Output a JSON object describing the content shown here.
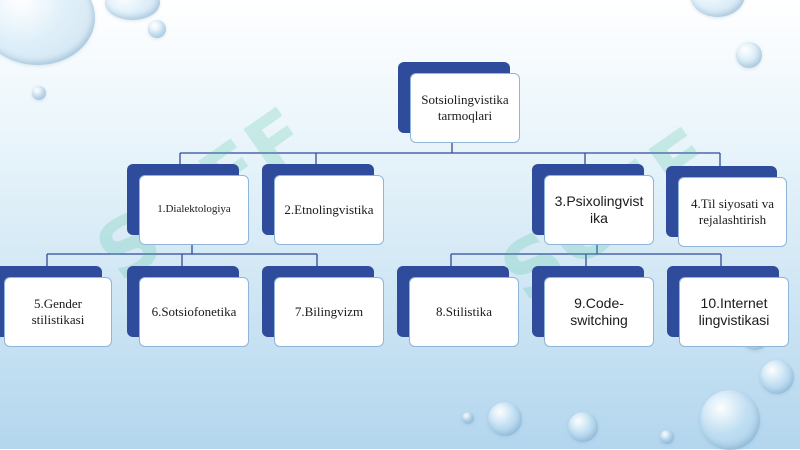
{
  "root": {
    "label": "Sotsiolingvistika tarmoqlari"
  },
  "branches": [
    {
      "label": "1.Dialektologiya"
    },
    {
      "label": "2.Etnolingvistika"
    },
    {
      "label": "3.Psixolingvist ika"
    },
    {
      "label": "4.Til siyosati va rejalashtirish"
    }
  ],
  "leaves": [
    {
      "label": "5.Gender stilistikasi"
    },
    {
      "label": "6.Sotsiofonetika"
    },
    {
      "label": "7.Bilingvizm"
    },
    {
      "label": "8.Stilistika"
    },
    {
      "label": "9.Code-switching"
    },
    {
      "label": "10.Internet lingvistikasi"
    }
  ],
  "colors": {
    "box_back": "#2f4b9b",
    "box_front": "#ffffff",
    "connector": "#2f4b9b"
  }
}
